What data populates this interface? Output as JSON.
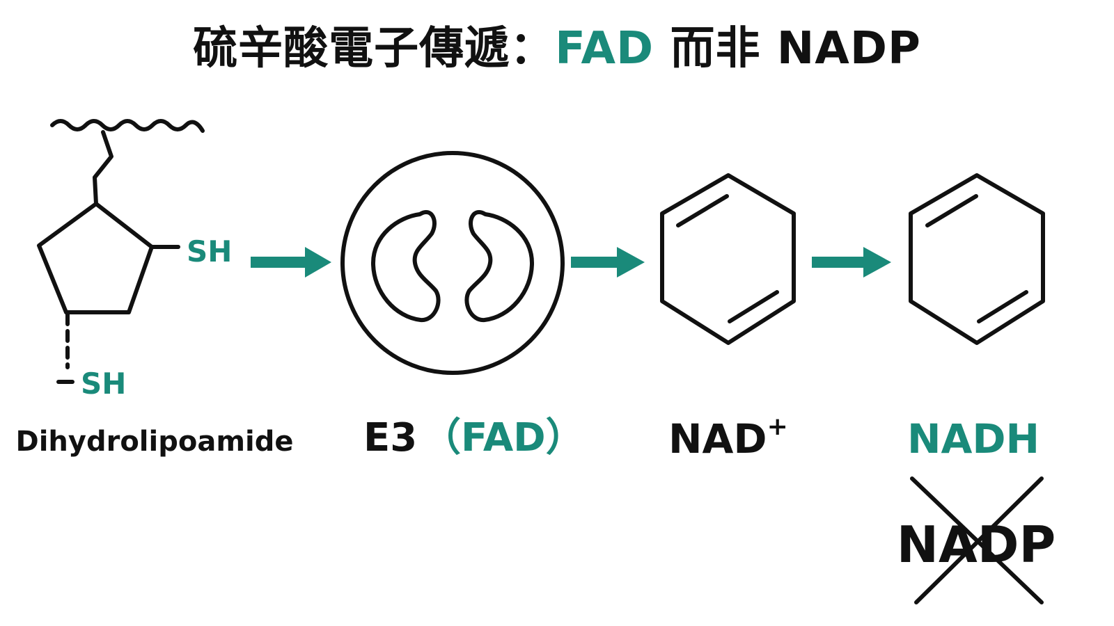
{
  "title": {
    "prefix": "硫辛酸電子傳遞：",
    "accent": "FAD",
    "suffix": " 而非 NADP"
  },
  "colors": {
    "accent": "#1a8a7a",
    "ink": "#111111",
    "background": "#ffffff"
  },
  "molecule": {
    "sh_top": "SH",
    "sh_bottom": "SH",
    "label": "Dihydrolipoamide"
  },
  "enzyme": {
    "name": "E3",
    "cofactor": "（FAD）",
    "icon": "fad-circle-icon"
  },
  "nad_plus": {
    "base": "NAD",
    "superscript": "+",
    "icon": "benzene-ring-icon"
  },
  "nadh": {
    "label": "NADH",
    "icon": "benzene-ring-icon"
  },
  "rejected": {
    "label": "NADP",
    "icon": "cross-out-icon"
  }
}
